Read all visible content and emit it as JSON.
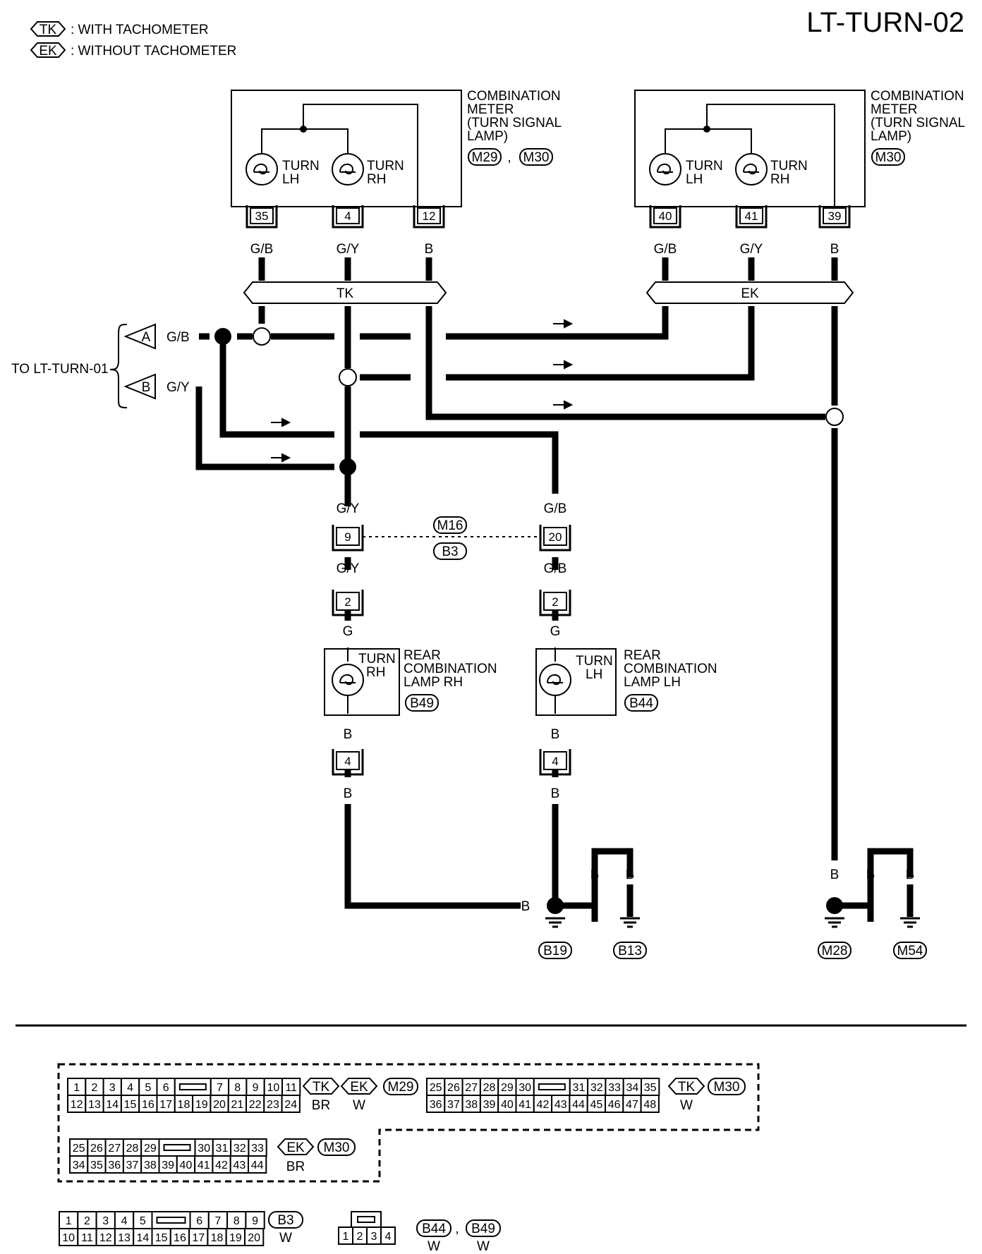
{
  "title": "LT-TURN-02",
  "legend": [
    {
      "code": "TK",
      "text": ": WITH TACHOMETER"
    },
    {
      "code": "EK",
      "text": ": WITHOUT TACHOMETER"
    }
  ],
  "to_ref": "TO LT-TURN-01",
  "connectors_out": {
    "a": "A",
    "b": "B"
  },
  "meter_tk": {
    "title": [
      "COMBINATION",
      "METER",
      "(TURN SIGNAL",
      "LAMP)"
    ],
    "conn1": "M29",
    "sep": ",",
    "conn2": "M30",
    "lamp_lh": [
      "TURN",
      "LH"
    ],
    "lamp_rh": [
      "TURN",
      "RH"
    ],
    "pins": [
      "35",
      "4",
      "12"
    ]
  },
  "meter_ek": {
    "title": [
      "COMBINATION",
      "METER",
      "(TURN SIGNAL",
      "LAMP)"
    ],
    "conn": "M30",
    "lamp_lh": [
      "TURN",
      "LH"
    ],
    "lamp_rh": [
      "TURN",
      "RH"
    ],
    "pins": [
      "40",
      "41",
      "39"
    ]
  },
  "bus_tk": "TK",
  "bus_ek": "EK",
  "wires": {
    "gb": "G/B",
    "gy": "G/Y",
    "b": "B",
    "g": "G"
  },
  "m16_b3": {
    "m16": "M16",
    "b3": "B3",
    "pin_rh": "9",
    "pin_lh": "20"
  },
  "rear_rh": {
    "title": [
      "REAR",
      "COMBINATION",
      "LAMP RH"
    ],
    "conn": "B49",
    "lamp": [
      "TURN",
      "RH"
    ],
    "pin_top": "2",
    "pin_bottom": "4"
  },
  "rear_lh": {
    "title": [
      "REAR",
      "COMBINATION",
      "LAMP LH"
    ],
    "conn": "B44",
    "lamp": [
      "TURN",
      "LH"
    ],
    "pin_top": "2",
    "pin_bottom": "4"
  },
  "grounds": [
    "B19",
    "B13",
    "M28",
    "M54"
  ],
  "connector_views": {
    "m29": {
      "row1": [
        "1",
        "2",
        "3",
        "4",
        "5",
        "6",
        "",
        "7",
        "8",
        "9",
        "10",
        "11"
      ],
      "row2": [
        "12",
        "13",
        "14",
        "15",
        "16",
        "17",
        "18",
        "19",
        "20",
        "21",
        "22",
        "23",
        "24"
      ],
      "tags": [
        {
          "code": "TK",
          "color": "BR"
        },
        {
          "code": "EK",
          "color": "W"
        }
      ],
      "name": "M29"
    },
    "m30_tk": {
      "row1": [
        "25",
        "26",
        "27",
        "28",
        "29",
        "30",
        "",
        "31",
        "32",
        "33",
        "34",
        "35"
      ],
      "row2": [
        "36",
        "37",
        "38",
        "39",
        "40",
        "41",
        "42",
        "43",
        "44",
        "45",
        "46",
        "47",
        "48"
      ],
      "tag": {
        "code": "TK",
        "color": "W"
      },
      "name": "M30"
    },
    "m30_ek": {
      "row1": [
        "25",
        "26",
        "27",
        "28",
        "29",
        "",
        "30",
        "31",
        "32",
        "33"
      ],
      "row2": [
        "34",
        "35",
        "36",
        "37",
        "38",
        "39",
        "40",
        "41",
        "42",
        "43",
        "44"
      ],
      "tag": {
        "code": "EK",
        "color": "BR"
      },
      "name": "M30"
    },
    "b3": {
      "row1": [
        "1",
        "2",
        "3",
        "4",
        "5",
        "",
        "6",
        "7",
        "8",
        "9"
      ],
      "row2": [
        "10",
        "11",
        "12",
        "13",
        "14",
        "15",
        "16",
        "17",
        "18",
        "19",
        "20"
      ],
      "name": "B3",
      "color": "W"
    },
    "b44_b49": {
      "row": [
        "1",
        "2",
        "3",
        "4"
      ],
      "name1": "B44",
      "color1": "W",
      "sep": ",",
      "name2": "B49",
      "color2": "W"
    }
  }
}
